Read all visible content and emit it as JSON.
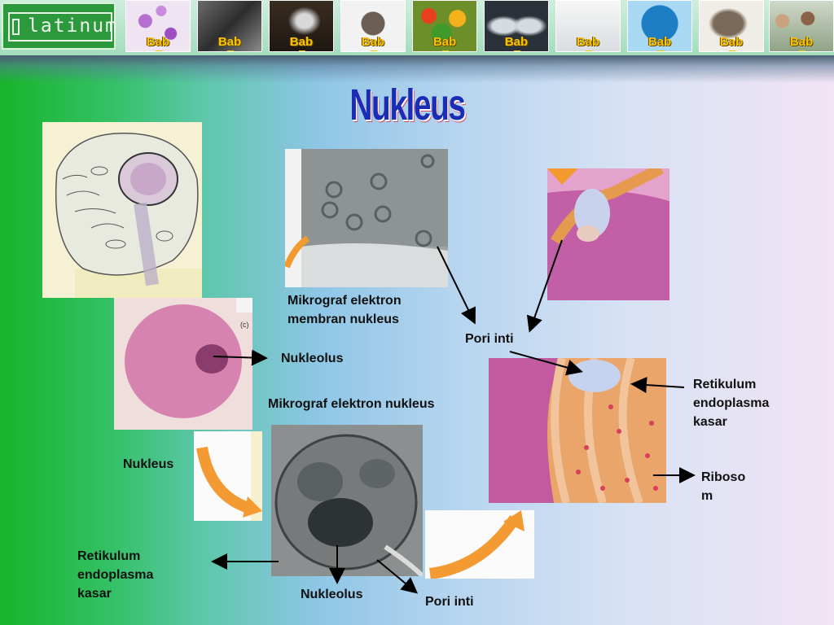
{
  "logo": {
    "text": "latinum"
  },
  "nav_tabs": [
    {
      "label": "Bab",
      "thumb": "purple-cells"
    },
    {
      "label": "Bab",
      "thumb": "grey-micrograph"
    },
    {
      "label": "Bab",
      "thumb": "dark-insect"
    },
    {
      "label": "Bab",
      "thumb": "mouse"
    },
    {
      "label": "Bab",
      "thumb": "vegetables"
    },
    {
      "label": "Bab",
      "thumb": "xray"
    },
    {
      "label": "Bab",
      "thumb": "lab-equipment"
    },
    {
      "label": "Bab",
      "thumb": "blue-globe"
    },
    {
      "label": "Bab",
      "thumb": "hedgehog"
    },
    {
      "label": "Bab",
      "thumb": "crowd"
    }
  ],
  "title": "Nukleus",
  "labels": {
    "micrograph_membrane": "Mikrograf elektron\nmembran nukleus",
    "pore_top": "Pori inti",
    "nucleolus_top": "Nukleolus",
    "micrograph_nucleus": "Mikrograf elektron nukleus",
    "er_right": "Retikulum\nendoplasma\nkasar",
    "nucleus": "Nukleus",
    "ribosome": "Riboso\nm",
    "er_left": "Retikulum\nendoplasma\nkasar",
    "nucleolus_bottom": "Nukleolus",
    "pore_bottom": "Pori inti"
  }
}
